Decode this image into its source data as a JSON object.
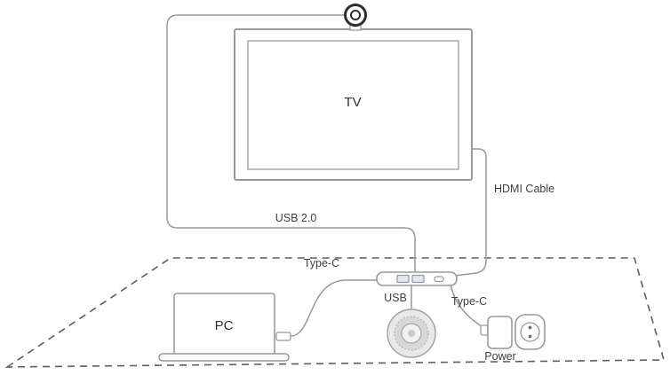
{
  "diagram": {
    "description": "Video conferencing connection diagram: camera and TV connected through a USB hub to a PC, speakerphone and power adapter on a table",
    "colors": {
      "line": "#9a9a9a",
      "dashed_table": "#5f5f5f",
      "text": "#3f3f3f",
      "camera_ring": "#2e2e2e",
      "usb_port_fill": "#e3e8ef"
    },
    "labels": {
      "tv": "TV",
      "pc": "PC",
      "usb_cable": "USB 2.0",
      "hdmi_cable": "HDMI Cable",
      "typec_pc": "Type-C",
      "typec_power": "Type-C",
      "usb_port": "USB",
      "power": "Power"
    }
  }
}
